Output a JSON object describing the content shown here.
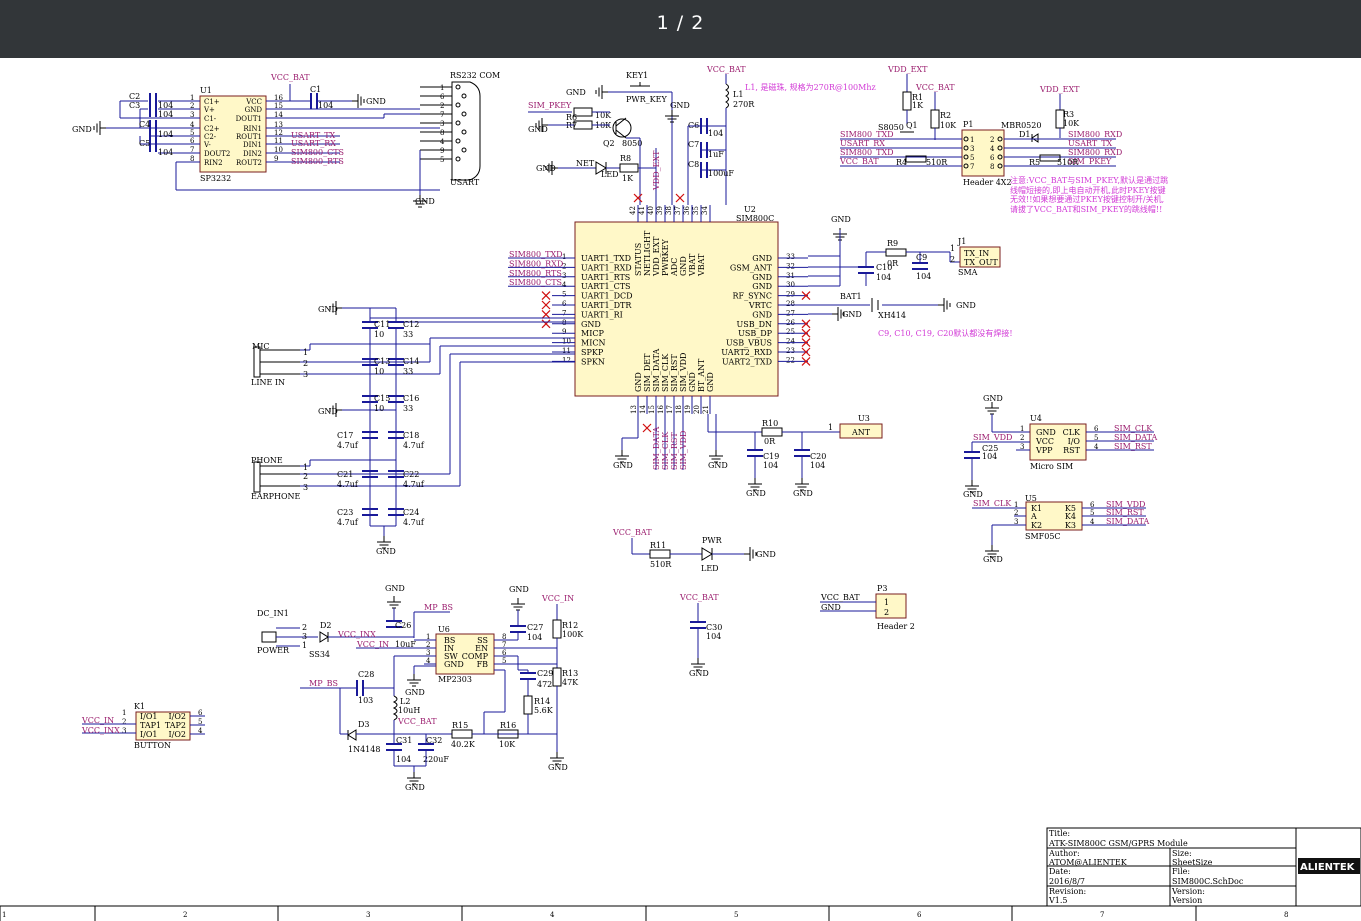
{
  "viewer": {
    "page_indicator": "1 / 2"
  },
  "colors": {
    "wire": "#1a1a99",
    "ic_fill": "#fff8c8",
    "ic_border": "#7a1e1e",
    "net_label": "#9b1e6e",
    "note": "#d23ad6",
    "no_connect": "#d01010"
  },
  "power": {
    "vcc_bat": "VCC_BAT",
    "gnd": "GND",
    "vdd_ext": "VDD_EXT",
    "vcc_in": "VCC_IN",
    "vcc_inx": "VCC_INX",
    "mp_bs": "MP_BS",
    "sim_vdd": "SIM_VDD"
  },
  "u1": {
    "ref": "U1",
    "part": "SP3232",
    "left_pins": [
      "C1+",
      "V+",
      "C1-",
      "C2+",
      "C2-",
      "V-",
      "DOUT2",
      "RIN2"
    ],
    "left_nums": [
      "1",
      "2",
      "3",
      "4",
      "5",
      "6",
      "7",
      "8"
    ],
    "right_pins": [
      "VCC",
      "GND",
      "DOUT1",
      "RIN1",
      "ROUT1",
      "DIN1",
      "DIN2",
      "ROUT2"
    ],
    "right_nums": [
      "16",
      "15",
      "14",
      "13",
      "12",
      "11",
      "10",
      "9"
    ],
    "nets": [
      "USART_TX",
      "USART_RX",
      "SIM800_CTS",
      "SIM800_RTS"
    ],
    "caps": [
      {
        "ref": "C2",
        "value": "104"
      },
      {
        "ref": "C3",
        "value": "104"
      },
      {
        "ref": "C4",
        "value": "104"
      },
      {
        "ref": "C5",
        "value": "104"
      },
      {
        "ref": "C1",
        "value": "104"
      }
    ]
  },
  "rs232": {
    "title": "RS232 COM",
    "ref": "USART",
    "pins": [
      "1",
      "6",
      "2",
      "7",
      "3",
      "8",
      "4",
      "9",
      "5"
    ]
  },
  "key1": {
    "ref": "KEY1",
    "net": "PWR_KEY",
    "sim_pkey": "SIM_PKEY",
    "r6": {
      "ref": "R6",
      "value": "10K"
    },
    "r7": {
      "ref": "R7",
      "value": "10K"
    },
    "q2": {
      "ref": "Q2",
      "part": "8050"
    }
  },
  "net_led": {
    "label": "NET",
    "ref": "R8",
    "value": "1K",
    "led": "LED",
    "vdd": "VDD_EXT"
  },
  "l1": {
    "ref": "L1",
    "value": "270R",
    "note": "L1, 是磁珠, 规格为270R@100Mhz"
  },
  "c6": {
    "ref": "C6",
    "value": "104"
  },
  "c7": {
    "ref": "C7",
    "value": "1uF"
  },
  "c8": {
    "ref": "C8",
    "value": "100uF"
  },
  "level_shift": {
    "vdd_ext": "VDD_EXT",
    "vcc_bat": "VCC_BAT",
    "r1": {
      "ref": "R1",
      "value": "1K"
    },
    "r2": {
      "ref": "R2",
      "value": "10K"
    },
    "r3": {
      "ref": "R3",
      "value": "10K"
    },
    "q1": {
      "ref": "Q1",
      "part": "S8050"
    },
    "d1": {
      "ref": "D1",
      "part": "MBR0520"
    },
    "r4": {
      "ref": "R4",
      "value": "510R"
    },
    "r5": {
      "ref": "R5",
      "value": "510R"
    },
    "p1": {
      "ref": "P1",
      "part": "Header 4X2",
      "nums": [
        "1",
        "2",
        "3",
        "4",
        "5",
        "6",
        "7",
        "8"
      ]
    },
    "left_nets": [
      "SIM800_TXD",
      "USART_RX",
      "SIM800_TXD",
      "VCC_BAT"
    ],
    "right_nets": [
      "SIM800_RXD",
      "USART_TX",
      "SIM800_RXD",
      "SIM_PKEY"
    ],
    "note": "注意:VCC_BAT与SIM_PKEY,默认是通过跳线帽短接的,即上电自动开机,此时PKEY按键无效!!如果想要通过PKEY按键控制开/关机,请拔了VCC_BAT和SIM_PKEY的跳线帽!!"
  },
  "u2": {
    "ref": "U2",
    "part": "SIM800C",
    "left_pins": [
      "UART1_TXD",
      "UART1_RXD",
      "UART1_RTS",
      "UART1_CTS",
      "UART1_DCD",
      "UART1_DTR",
      "UART1_RI",
      "GND",
      "MICP",
      "MICN",
      "SPKP",
      "SPKN"
    ],
    "left_nums": [
      "1",
      "2",
      "3",
      "4",
      "5",
      "6",
      "7",
      "8",
      "9",
      "10",
      "11",
      "12"
    ],
    "left_nets": [
      "SIM800_TXD",
      "SIM800_RXD",
      "SIM800_RTS",
      "SIM800_CTS"
    ],
    "right_pins": [
      "GND",
      "GSM_ANT",
      "GND",
      "GND",
      "RF_SYNC",
      "VRTC",
      "GND",
      "USB_DN",
      "USB_DP",
      "USB_VBUS",
      "UART2_RXD",
      "UART2_TXD"
    ],
    "right_nums": [
      "33",
      "32",
      "31",
      "30",
      "29",
      "28",
      "27",
      "26",
      "25",
      "24",
      "23",
      "22"
    ],
    "top_pins": [
      "STATUS",
      "NETLIGHT",
      "VDD_EXT",
      "PWRKEY",
      "ADC",
      "GND",
      "VBAT",
      "VBAT"
    ],
    "top_nums": [
      "42",
      "41",
      "40",
      "39",
      "38",
      "37",
      "36",
      "35",
      "34"
    ],
    "bottom_pins": [
      "GND",
      "SIM_DET",
      "SIM_DATA",
      "SIM_CLK",
      "SIM_RST",
      "SIM_VDD",
      "GND",
      "BT_ANT",
      "GND"
    ],
    "bottom_nums": [
      "13",
      "14",
      "15",
      "16",
      "17",
      "18",
      "19",
      "20",
      "21"
    ],
    "bottom_nets": [
      "SIM_DATA",
      "SIM_CLK",
      "SIM_RST",
      "SIM_VDD"
    ]
  },
  "audio": {
    "mic": "MIC",
    "line_in": "LINE IN",
    "phone": "PHONE",
    "earphone": "EARPHONE",
    "pins": [
      "1",
      "2",
      "3"
    ],
    "caps": [
      {
        "ref": "C11",
        "value": "10"
      },
      {
        "ref": "C12",
        "value": "33"
      },
      {
        "ref": "C13",
        "value": "10"
      },
      {
        "ref": "C14",
        "value": "33"
      },
      {
        "ref": "C15",
        "value": "10"
      },
      {
        "ref": "C16",
        "value": "33"
      },
      {
        "ref": "C17",
        "value": "4.7uf"
      },
      {
        "ref": "C18",
        "value": "4.7uf"
      },
      {
        "ref": "C21",
        "value": "4.7uf"
      },
      {
        "ref": "C22",
        "value": "4.7uf"
      },
      {
        "ref": "C23",
        "value": "4.7uf"
      },
      {
        "ref": "C24",
        "value": "4.7uf"
      }
    ]
  },
  "rf": {
    "r9": {
      "ref": "R9",
      "value": "0R"
    },
    "c10": {
      "ref": "C10",
      "value": "104"
    },
    "c9": {
      "ref": "C9",
      "value": "104"
    },
    "j1": {
      "ref": "J1",
      "part": "SMA",
      "pins": [
        "TX_IN",
        "TX_OUT"
      ],
      "nums": [
        "1",
        "2"
      ]
    },
    "bat1": {
      "ref": "BAT1",
      "part": "XH414"
    },
    "note": "C9, C10, C19, C20默认都没有焊接!"
  },
  "ant": {
    "r10": {
      "ref": "R10",
      "value": "0R"
    },
    "c19": {
      "ref": "C19",
      "value": "104"
    },
    "c20": {
      "ref": "C20",
      "value": "104"
    },
    "u3": {
      "ref": "U3",
      "label": "ANT",
      "pin": "1"
    }
  },
  "u4": {
    "ref": "U4",
    "part": "Micro SIM",
    "left_pins": [
      "GND",
      "VCC",
      "VPP"
    ],
    "right_pins": [
      "CLK",
      "I/O",
      "RST"
    ],
    "left_nums": [
      "1",
      "2",
      "3"
    ],
    "right_nums": [
      "6",
      "5",
      "4"
    ],
    "nets_right": [
      "SIM_CLK",
      "SIM_DATA",
      "SIM_RST"
    ],
    "net_left": "SIM_VDD",
    "c25": {
      "ref": "C25",
      "value": "104"
    }
  },
  "u5": {
    "ref": "U5",
    "part": "SMF05C",
    "left_pins": [
      "K1",
      "A",
      "K2"
    ],
    "right_pins": [
      "K5",
      "K4",
      "K3"
    ],
    "left_nums": [
      "1",
      "2",
      "3"
    ],
    "right_nums": [
      "6",
      "5",
      "4"
    ],
    "net_left": "SIM_CLK",
    "nets_right": [
      "SIM_VDD",
      "SIM_RST",
      "SIM_DATA"
    ]
  },
  "pwr_led": {
    "ref": "R11",
    "value": "510R",
    "led_label": "PWR",
    "led": "LED",
    "vcc": "VCC_BAT"
  },
  "c30": {
    "ref": "C30",
    "value": "104",
    "vcc": "VCC_BAT"
  },
  "p3": {
    "ref": "P3",
    "part": "Header 2",
    "nets": [
      "VCC_BAT",
      "GND"
    ],
    "nums": [
      "1",
      "2"
    ]
  },
  "psu": {
    "dc_in": "DC_IN1",
    "power": "POWER",
    "d2": {
      "ref": "D2",
      "part": "SS34"
    },
    "c26": {
      "ref": "C26",
      "value": "10uF"
    },
    "u6": {
      "ref": "U6",
      "part": "MP2303",
      "left_pins": [
        "BS",
        "IN",
        "SW",
        "GND"
      ],
      "right_pins": [
        "SS",
        "EN",
        "COMP",
        "FB"
      ],
      "left_nums": [
        "1",
        "2",
        "3",
        "4"
      ],
      "right_nums": [
        "8",
        "7",
        "6",
        "5"
      ]
    },
    "c27": {
      "ref": "C27",
      "value": "104"
    },
    "r12": {
      "ref": "R12",
      "value": "100K"
    },
    "c28": {
      "ref": "C28",
      "value": "103"
    },
    "l2": {
      "ref": "L2",
      "value": "10uH"
    },
    "d3": {
      "ref": "D3",
      "part": "1N4148"
    },
    "c29": {
      "ref": "C29",
      "value": "472"
    },
    "r13": {
      "ref": "R13",
      "value": "47K"
    },
    "r14": {
      "ref": "R14",
      "value": "5.6K"
    },
    "r15": {
      "ref": "R15",
      "value": "40.2K"
    },
    "r16": {
      "ref": "R16",
      "value": "10K"
    },
    "c31": {
      "ref": "C31",
      "value": "104"
    },
    "c32": {
      "ref": "C32",
      "value": "220uF"
    },
    "vcc_bat": "VCC_BAT"
  },
  "k1": {
    "ref": "K1",
    "part": "BUTTON",
    "pins": [
      "I/O1",
      "TAP1",
      "I/O1",
      "I/O2",
      "TAP2",
      "I/O2"
    ],
    "left_nums": [
      "1",
      "2",
      "3"
    ],
    "right_nums": [
      "6",
      "5",
      "4"
    ],
    "nets": [
      "VCC_IN",
      "VCC_INX"
    ]
  },
  "title_block": {
    "title_label": "Title:",
    "title": "ATK-SIM800C GSM/GPRS Module",
    "author_label": "Author:",
    "author": "ATOM@ALIENTEK",
    "date_label": "Date:",
    "date": "2016/8/7",
    "revision_label": "Revision:",
    "revision": "V1.5",
    "size_label": "Size:",
    "size": "SheetSize",
    "file_label": "File:",
    "file": "SIM800C.SchDoc",
    "version_label": "Version:",
    "version": "Version",
    "logo": "ALIENTEK"
  },
  "border_numbers": [
    "1",
    "2",
    "3",
    "4",
    "5",
    "6",
    "7",
    "8"
  ]
}
